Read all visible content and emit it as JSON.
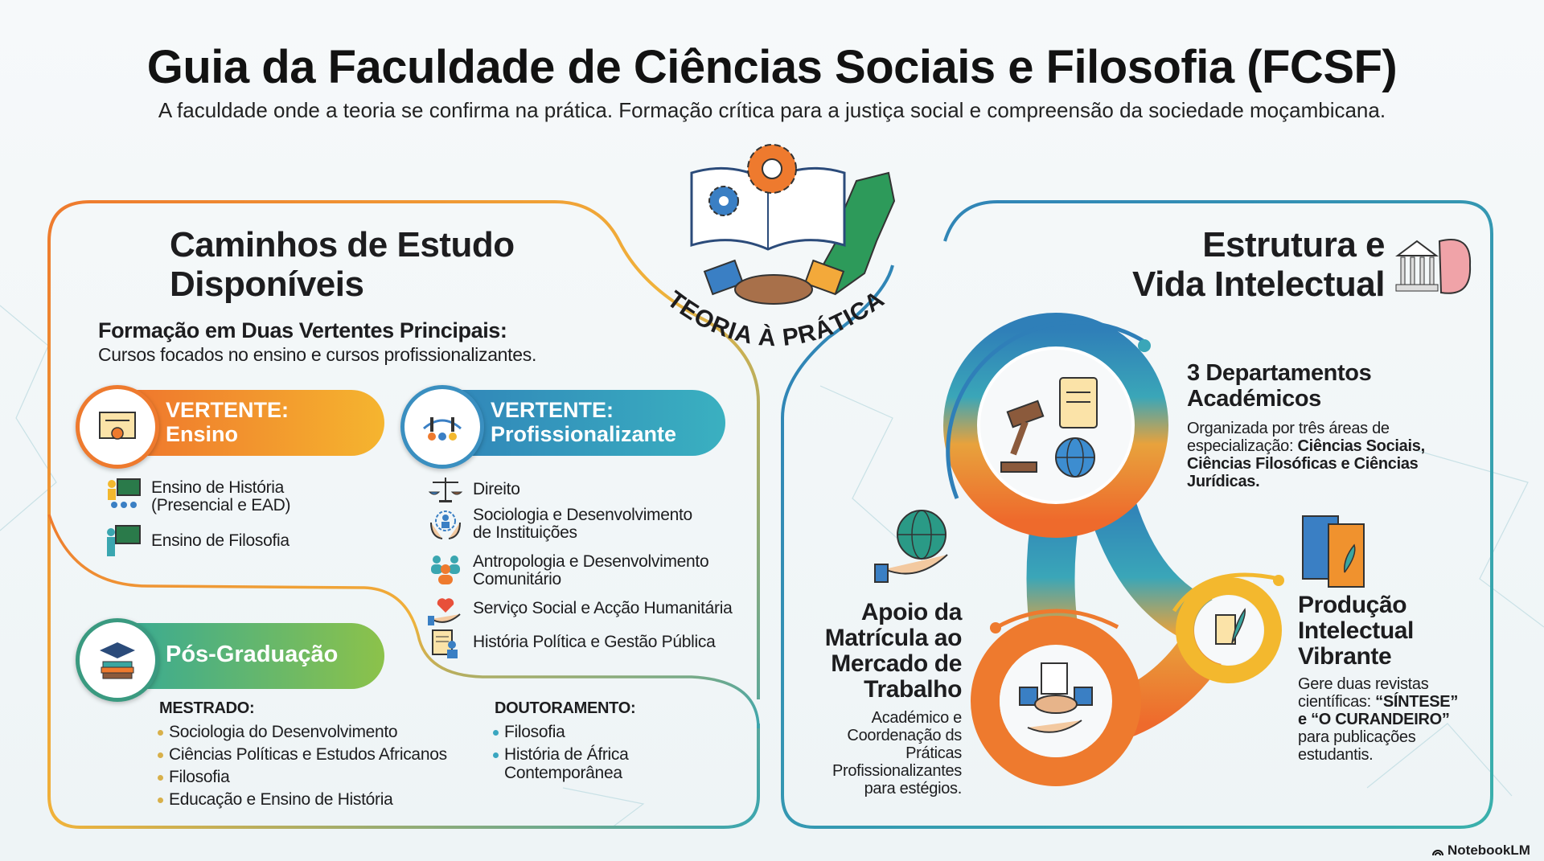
{
  "header": {
    "title": "Guia da Faculdade de Ciências Sociais e Filosofia (FCSF)",
    "subtitle": "A faculdade onde a teoria se confirma na prática. Formação crítica para a justiça social e compreensão da sociedade moçambicana."
  },
  "emblem": {
    "text": "TEORIA À PRÁTICA",
    "icons": [
      "open-book-icon",
      "gear-icon",
      "mozambique-map-icon",
      "handshake-icon"
    ]
  },
  "left": {
    "title": "Caminhos de Estudo\nDisponíveis",
    "intro_heading": "Formação em Duas Vertentes Principais:",
    "intro_text": "Cursos focados no ensino e cursos profissionalizantes.",
    "ensino": {
      "label": "VERTENTE:\nEnsino",
      "icon": "certificate-icon",
      "items": [
        {
          "text": "Ensino de História\n(Presencial e EAD)",
          "icon": "teacher-classroom-icon"
        },
        {
          "text": "Ensino de Filosofia",
          "icon": "teacher-board-icon"
        }
      ]
    },
    "profissionalizante": {
      "label": "VERTENTE:\nProfissionalizante",
      "icon": "bridge-people-icon",
      "items": [
        {
          "text": "Direito",
          "icon": "scales-icon"
        },
        {
          "text": "Sociologia e Desenvolvimento\nde Instituições",
          "icon": "hands-person-icon"
        },
        {
          "text": "Antropologia e Desenvolvimento\nComunitário",
          "icon": "community-icon"
        },
        {
          "text": "Serviço Social e Acção Humanitária",
          "icon": "heart-hand-icon"
        },
        {
          "text": "História Política e Gestão Pública",
          "icon": "document-person-icon"
        }
      ]
    },
    "pos": {
      "label": "Pós-Graduação",
      "icon": "graduation-cap-books-icon",
      "mestrado": {
        "heading": "MESTRADO:",
        "items": [
          "Sociologia do Desenvolvimento",
          "Ciências Políticas e Estudos Africanos",
          "Filosofia",
          "Educação e Ensino de História"
        ]
      },
      "doutoramento": {
        "heading": "DOUTORAMENTO:",
        "items": [
          "Filosofia",
          "História de África\nContemporânea"
        ]
      }
    }
  },
  "right": {
    "title": "Estrutura e\nVida Intelectual",
    "departamentos": {
      "title": "3 Departamentos\nAcadémicos",
      "desc": "Organizada por três áreas de especialização: ",
      "desc_bold": "Ciências Sociais, Ciências Filosóficas e Ciências Jurídicas."
    },
    "apoio": {
      "title": "Apoio da\nMatrícula ao\nMercado de\nTrabalho",
      "desc": "Académico e Coordenação ds Práticas Profissionalizantes para estégios."
    },
    "producao": {
      "title": "Produção\nIntelectual\nVibrante",
      "desc": "Gere duas revistas científicas: ",
      "desc_bold": "“SÍNTESE” e “O CURANDEIRO”",
      "desc_end": " para publicações estudantis."
    }
  },
  "footer": {
    "brand": "NotebookLM"
  },
  "colors": {
    "orange": "#ee7a2e",
    "yellow": "#f3b82e",
    "teal": "#3aa6b0",
    "blue": "#2f7fb8",
    "green": "#7dbb4a"
  }
}
